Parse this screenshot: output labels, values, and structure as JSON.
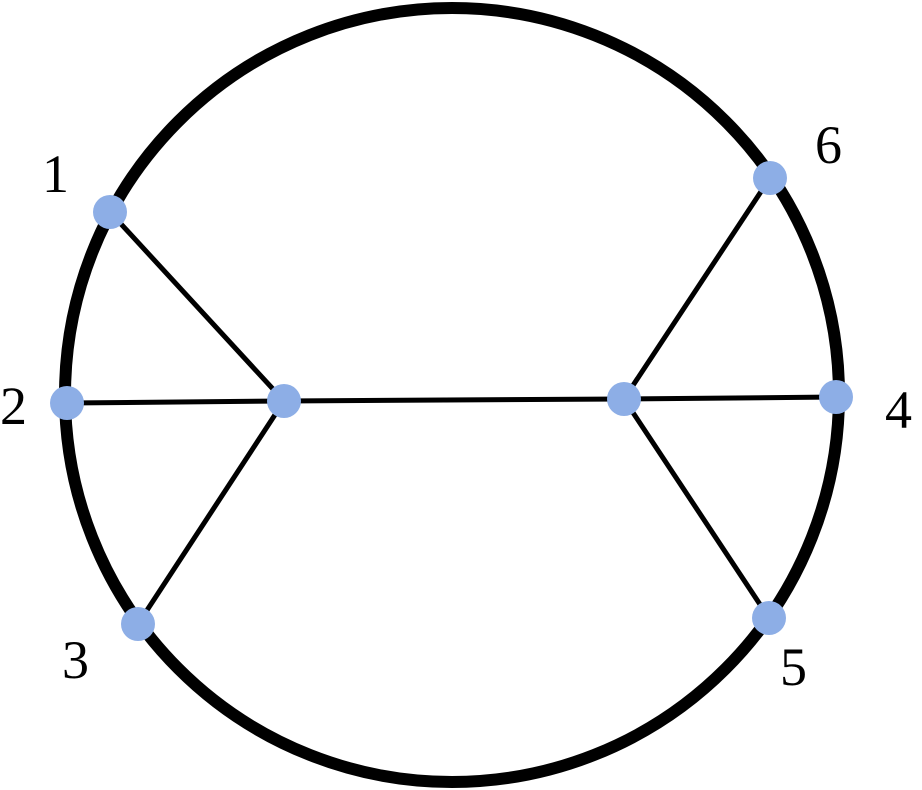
{
  "colors": {
    "node": "#8daee6",
    "stroke": "#000000",
    "background": "#ffffff"
  },
  "diagram": {
    "outer_shape": "circle",
    "labels": [
      "1",
      "2",
      "3",
      "4",
      "5",
      "6"
    ],
    "nodes": [
      {
        "id": "boundary-1",
        "label": "1"
      },
      {
        "id": "boundary-2",
        "label": "2"
      },
      {
        "id": "boundary-3",
        "label": "3"
      },
      {
        "id": "boundary-4",
        "label": "4"
      },
      {
        "id": "boundary-5",
        "label": "5"
      },
      {
        "id": "boundary-6",
        "label": "6"
      },
      {
        "id": "internal-left",
        "label": ""
      },
      {
        "id": "internal-right",
        "label": ""
      }
    ],
    "edges": [
      [
        "boundary-1",
        "internal-left"
      ],
      [
        "boundary-2",
        "internal-left"
      ],
      [
        "boundary-3",
        "internal-left"
      ],
      [
        "internal-left",
        "internal-right"
      ],
      [
        "internal-right",
        "boundary-4"
      ],
      [
        "internal-right",
        "boundary-5"
      ],
      [
        "internal-right",
        "boundary-6"
      ]
    ]
  }
}
